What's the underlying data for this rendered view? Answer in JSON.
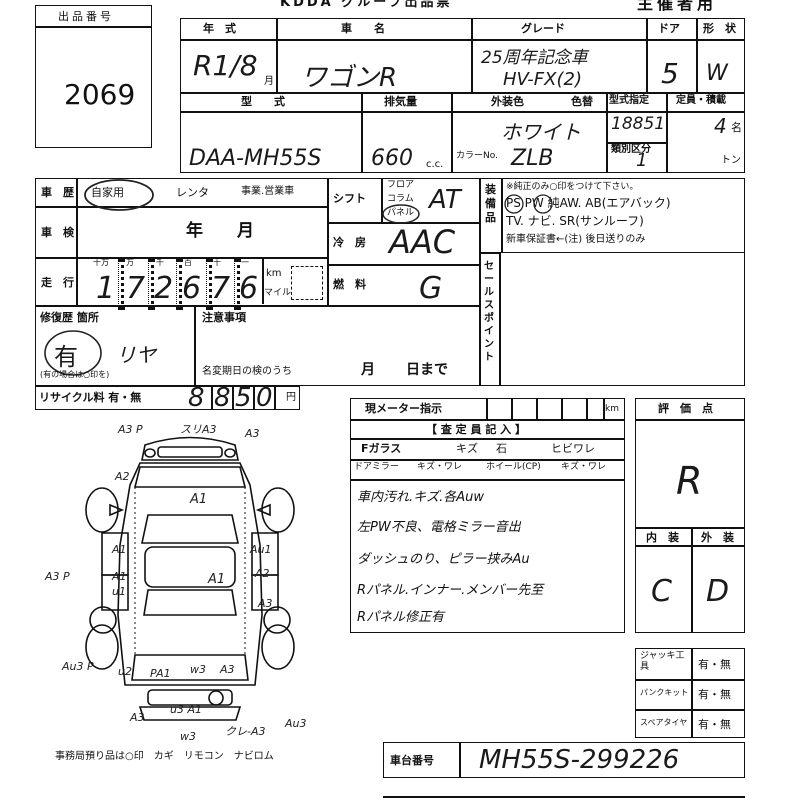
{
  "header": {
    "title_partial": "KDDA グループ出品票",
    "organizer": "主催者用"
  },
  "lot": {
    "label": "出品番号",
    "number": "2069"
  },
  "row1": {
    "year_label": "年　式",
    "car_name_label": "車　　名",
    "grade_label": "グレード",
    "door_label": "ドア",
    "shape_label": "形　状",
    "year_value": "R1/8",
    "month_unit": "月",
    "car_name_value": "ワゴンR",
    "grade_value_1": "25周年記念車",
    "grade_value_2": "HV-FX(2)",
    "door_value": "5",
    "shape_value": "W"
  },
  "row2": {
    "model_label": "型　　式",
    "displacement_label": "排気量",
    "exterior_color_label": "外装色",
    "color_no_label": "色替",
    "type_designation_label": "型式指定",
    "capacity_label": "定員・積載",
    "category_label": "類別区分",
    "model_value": "DAA-MH55S",
    "displacement_value": "660",
    "cc_unit": "c.c.",
    "exterior_color_value": "ホワイト",
    "color_no_prefix": "カラーNo.",
    "color_no_value": "ZLB",
    "type_designation_value": "18851",
    "category_value": "1",
    "capacity_value": "4",
    "capacity_unit": "名",
    "ton_unit": "トン"
  },
  "history": {
    "label": "車　歴",
    "options": [
      "自家用",
      "レンタ",
      "事業.営業車"
    ],
    "inspection_label": "車　検",
    "inspection_ym": "年　　月",
    "mileage_label": "走　行",
    "digit_units": [
      "十万",
      "万",
      "千",
      "百",
      "十",
      "一"
    ],
    "mileage_digits": [
      "1",
      "7",
      "2",
      "6",
      "7",
      "6"
    ],
    "km_label": "km",
    "mile_label": "マイル"
  },
  "shift": {
    "label": "シフト",
    "options": [
      "フロア",
      "コラム",
      "パネル"
    ],
    "value": "AT"
  },
  "ac": {
    "label": "冷　房",
    "value": "AAC"
  },
  "fuel": {
    "label": "燃　料",
    "value": "G"
  },
  "equipment": {
    "label": "装備品",
    "note": "※純正のみ○印をつけて下さい。",
    "line1": "PS  PW  純AW. AB(エアバック)",
    "line2": "TV. ナビ. SR(サンルーフ)",
    "line3": "新車保証書←(注) 後日送りのみ"
  },
  "sales_point": {
    "label": "セールスポイント"
  },
  "repair": {
    "label": "修復歴 箇所",
    "value": "有",
    "value_note": "リヤ",
    "sub_note": "(有の場合は○印を)"
  },
  "caution": {
    "label": "注意事項",
    "deadline_label": "名変期日の検のうち",
    "month": "月",
    "day": "日まで"
  },
  "recycle": {
    "label": "リサイクル料 有・無",
    "digits": [
      "8",
      "8",
      "5",
      "0"
    ],
    "unit": "円"
  },
  "meter": {
    "label": "現メーター指示",
    "unit": "km"
  },
  "inspector": {
    "label": "【 査 定 員 記 入 】",
    "glass_label": "Fガラス",
    "glass_opt1": "キズ",
    "glass_opt2": "石",
    "glass_opt3": "ヒビワレ",
    "mirror_label": "ドアミラー",
    "mirror_opts": "キズ・ワレ",
    "wheel_label": "ホイール(CP)",
    "wheel_opts": "キズ・ワレ",
    "notes": [
      "車内汚れ.キズ.各Auw",
      "左PW不良、電格ミラー音出",
      "ダッシュのり、ピラー挟みAu",
      "Rパネル.インナー.メンバー先至",
      "Rパネル修正有"
    ]
  },
  "grade_score": {
    "label": "評　価　点",
    "value": "R",
    "interior_label": "内　装",
    "exterior_label": "外　装",
    "interior_value": "C",
    "exterior_value": "D"
  },
  "accessories": {
    "jack_label": "ジャッキ工具",
    "puncture_label": "パンクキット",
    "spare_label": "スペアタイヤ",
    "options": "有・無"
  },
  "diagram": {
    "marks": [
      "A3 P",
      "スリA3",
      "A3",
      "A2",
      "A1",
      "A1",
      "Au1",
      "A1",
      "A2",
      "A3",
      "A3 P",
      "A1",
      "u1",
      "Au3 P",
      "u2",
      "PA1",
      "w3",
      "A3",
      "u3 A1",
      "A3",
      "w3",
      "クレ-A3",
      "Au3"
    ],
    "footer": "事務局預り品は○印　カギ　リモコン　ナビロム"
  },
  "chassis": {
    "label": "車台番号",
    "value": "MH55S-299226"
  }
}
